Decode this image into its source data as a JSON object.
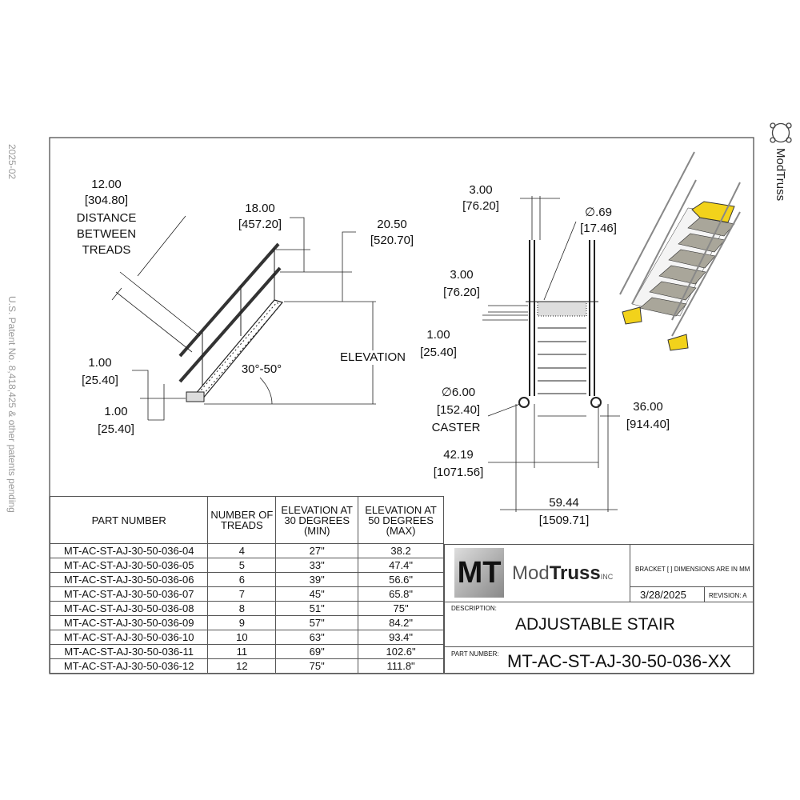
{
  "margin": {
    "date_code": "2025-02",
    "patent": "U.S. Patent No. 8,418,425 & other patents pending",
    "brand_vertical": "ModTruss"
  },
  "side_view": {
    "tread_distance": {
      "in": "12.00",
      "mm": "[304.80]",
      "label_1": "DISTANCE",
      "label_2": "BETWEEN",
      "label_3": "TREADS"
    },
    "rail_upper": {
      "in": "18.00",
      "mm": "[457.20]"
    },
    "rail_top": {
      "in": "20.50",
      "mm": "[520.70]"
    },
    "elevation_label": "ELEVATION",
    "angle": "30°-50°",
    "offset_a": {
      "in": "1.00",
      "mm": "[25.40]"
    },
    "offset_b": {
      "in": "1.00",
      "mm": "[25.40]"
    }
  },
  "front_view": {
    "post_width": {
      "in": "3.00",
      "mm": "[76.20]"
    },
    "hole_dia": {
      "in": "∅.69",
      "mm": "[17.46]"
    },
    "platform_gap": {
      "in": "3.00",
      "mm": "[76.20]"
    },
    "tread_offset": {
      "in": "1.00",
      "mm": "[25.40]"
    },
    "caster": {
      "in": "∅6.00",
      "mm": "[152.40]",
      "label": "CASTER"
    },
    "inner_width": {
      "in": "36.00",
      "mm": "[914.40]"
    },
    "mid_width": {
      "in": "42.19",
      "mm": "[1071.56]"
    },
    "outer_width": {
      "in": "59.44",
      "mm": "[1509.71]"
    }
  },
  "colors": {
    "safety_yellow": "#f2d21b",
    "tread_gray": "#a9a69a",
    "line": "#222222"
  },
  "parts_table": {
    "headers": [
      "PART NUMBER",
      "NUMBER OF TREADS",
      "ELEVATION AT 30 DEGREES (MIN)",
      "ELEVATION AT 50 DEGREES (MAX)"
    ],
    "rows": [
      [
        "MT-AC-ST-AJ-30-50-036-04",
        "4",
        "27\"",
        "38.2"
      ],
      [
        "MT-AC-ST-AJ-30-50-036-05",
        "5",
        "33\"",
        "47.4\""
      ],
      [
        "MT-AC-ST-AJ-30-50-036-06",
        "6",
        "39\"",
        "56.6\""
      ],
      [
        "MT-AC-ST-AJ-30-50-036-07",
        "7",
        "45\"",
        "65.8\""
      ],
      [
        "MT-AC-ST-AJ-30-50-036-08",
        "8",
        "51\"",
        "75\""
      ],
      [
        "MT-AC-ST-AJ-30-50-036-09",
        "9",
        "57\"",
        "84.2\""
      ],
      [
        "MT-AC-ST-AJ-30-50-036-10",
        "10",
        "63\"",
        "93.4\""
      ],
      [
        "MT-AC-ST-AJ-30-50-036-11",
        "11",
        "69\"",
        "102.6\""
      ],
      [
        "MT-AC-ST-AJ-30-50-036-12",
        "12",
        "75\"",
        "111.8\""
      ]
    ]
  },
  "title_block": {
    "logo_mark": "MT",
    "logo_mod": "Mod",
    "logo_truss": "Truss",
    "logo_inc": "INC",
    "bracket_note": "BRACKET [ ] DIMENSIONS ARE IN MM",
    "date": "3/28/2025",
    "revision": "REVISION: A",
    "description_label": "DESCRIPTION:",
    "description": "ADJUSTABLE STAIR",
    "part_number_label": "PART NUMBER:",
    "part_number": "MT-AC-ST-AJ-30-50-036-XX"
  }
}
